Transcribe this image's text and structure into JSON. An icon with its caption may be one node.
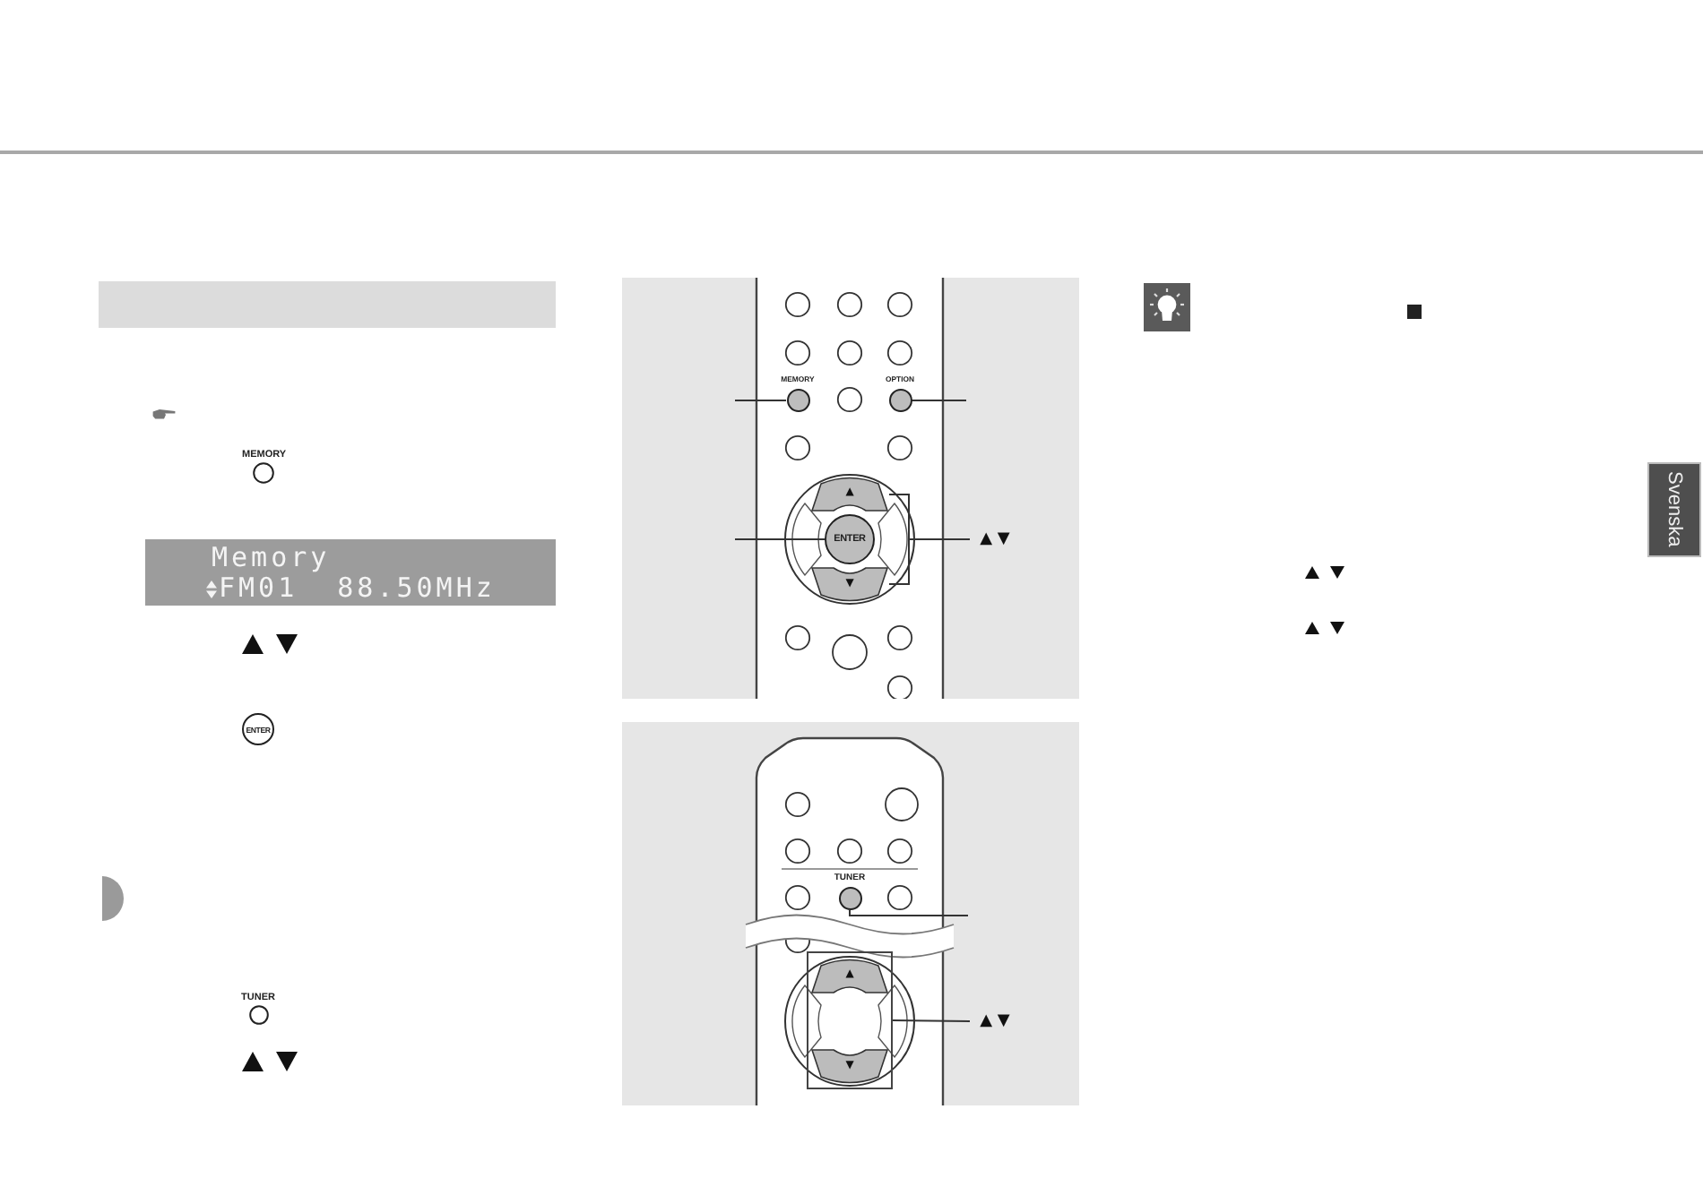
{
  "diagram": {
    "nodes": [
      {
        "text": [],
        "shape": "bar"
      },
      {
        "text": [
          "Memory",
          "FM01 88.50MHz"
        ]
      },
      {
        "text": [
          "MEMORY"
        ]
      },
      {
        "text": [
          "OPTION"
        ]
      },
      {
        "text": [
          "ENTER"
        ]
      },
      {
        "text": [
          "▲"
        ]
      },
      {
        "text": [
          "▲ ▼"
        ]
      },
      {
        "text": [
          "▼"
        ]
      },
      {
        "text": [
          "TUNER"
        ]
      },
      {
        "text": [],
        "shape": "box"
      },
      {
        "text": [
          "▲"
        ],
        "in": 9
      },
      {
        "text": [
          "▲ ▼"
        ]
      },
      {
        "text": [
          "▼"
        ],
        "in": 9
      },
      {
        "text": [
          "Svenska"
        ]
      }
    ],
    "edges": [
      {
        "from": null,
        "to": 2,
        "arrow": "none"
      },
      {
        "from": null,
        "to": 3,
        "arrow": "none"
      },
      {
        "from": null,
        "to": 4,
        "arrow": "none"
      },
      {
        "from": 6,
        "to": 5,
        "arrow": "none"
      },
      {
        "from": 6,
        "to": 7,
        "arrow": "none"
      },
      {
        "from": null,
        "to": 8,
        "arrow": "none"
      },
      {
        "from": 11,
        "to": 9,
        "arrow": "none"
      }
    ],
    "labels": [
      "MEMORY",
      "ENTER",
      "TUNER"
    ]
  }
}
